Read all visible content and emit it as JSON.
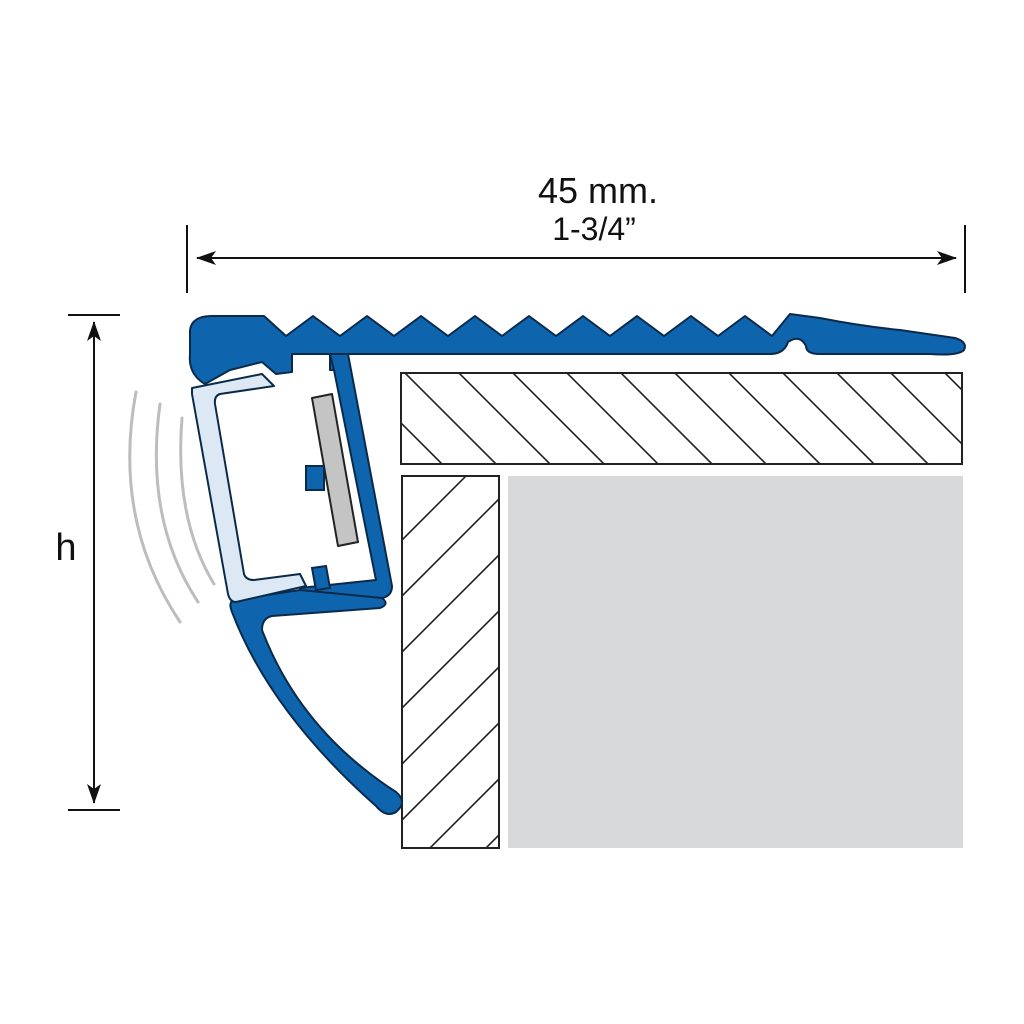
{
  "dimensions": {
    "width_metric": "45 mm.",
    "width_imperial": "1-3/4”",
    "height_label": "h"
  },
  "colors": {
    "profile": "#0f64ae",
    "profile_outline": "#0a2a4a",
    "diffuser": "#dce9f5",
    "led_strip": "#c4c4c4",
    "stone_fill": "#d8d9db",
    "hatch_line": "#222222",
    "light_waves": "#bdbdbd",
    "dimension_line": "#111111"
  },
  "icons": {
    "light_emission": "light-waves-icon",
    "dimension_arrow": "double-arrow-icon"
  }
}
